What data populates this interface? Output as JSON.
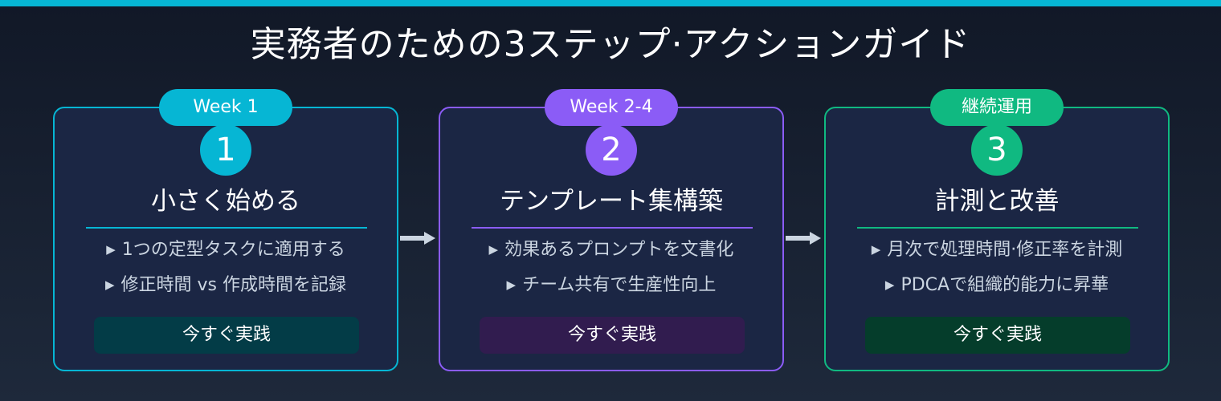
{
  "header": {
    "title": "実務者のための3ステップ·アクションガイド",
    "accent_bar_color": "#06b6d4"
  },
  "steps": [
    {
      "badge": "Week 1",
      "number": "1",
      "title": "小さく始める",
      "items": [
        {
          "icon": "▶",
          "text": "1つの定型タスクに適用する"
        },
        {
          "icon": "▶",
          "text": "修正時間 vs 作成時間を記録"
        }
      ],
      "action_label": "今すぐ実践",
      "accent_color": "#06b6d4",
      "action_bg": "#033c47"
    },
    {
      "badge": "Week 2-4",
      "number": "2",
      "title": "テンプレート集構築",
      "items": [
        {
          "icon": "▶",
          "text": "効果あるプロンプトを文書化"
        },
        {
          "icon": "▶",
          "text": "チーム共有で生産性向上"
        }
      ],
      "action_label": "今すぐ実践",
      "accent_color": "#8b5cf6",
      "action_bg": "#311c4f"
    },
    {
      "badge": "継続運用",
      "number": "3",
      "title": "計測と改善",
      "items": [
        {
          "icon": "▶",
          "text": "月次で処理時間·修正率を計測"
        },
        {
          "icon": "▶",
          "text": "PDCAで組織的能力に昇華"
        }
      ],
      "action_label": "今すぐ実践",
      "accent_color": "#10b981",
      "action_bg": "#053d2b"
    }
  ],
  "connectors": [
    {
      "icon": "arrow-right"
    },
    {
      "icon": "arrow-right"
    }
  ]
}
